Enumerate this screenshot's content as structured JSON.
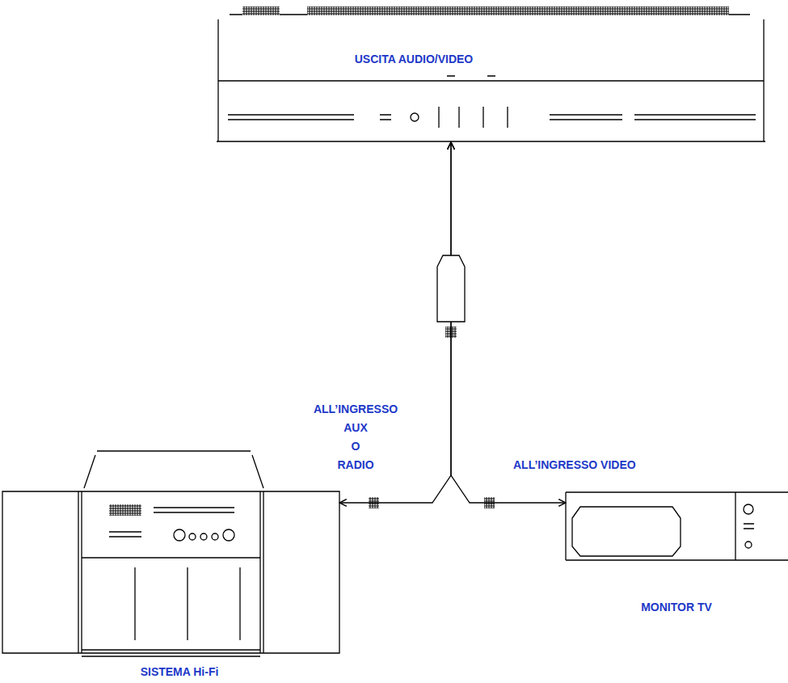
{
  "diagram": {
    "nodes": [
      {
        "text": [
          "USCITA AUDIO/VIDEO"
        ]
      },
      {
        "text": [
          "SISTEMA Hi-Fi"
        ]
      },
      {
        "text": [
          "MONITOR TV"
        ]
      }
    ],
    "edges": [
      {
        "from": 0,
        "to": 1,
        "label": "ALL’INGRESSO AUX O RADIO",
        "arrow": "both"
      },
      {
        "from": 0,
        "to": 2,
        "label": "ALL’INGRESSO VIDEO",
        "arrow": "both"
      }
    ]
  }
}
